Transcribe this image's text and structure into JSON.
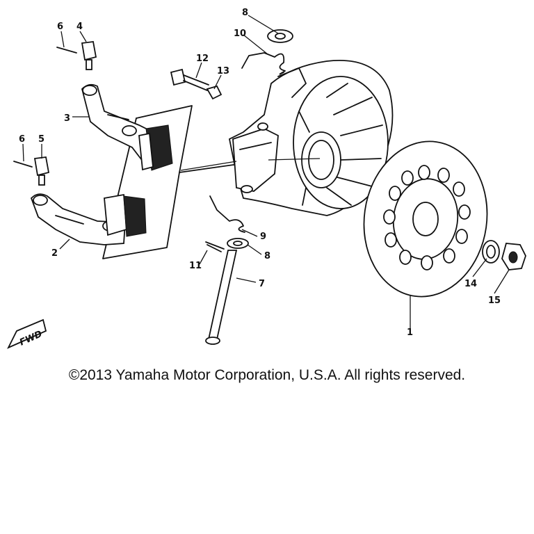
{
  "diagram": {
    "callouts": [
      {
        "id": "c1",
        "label": "1"
      },
      {
        "id": "c2",
        "label": "2"
      },
      {
        "id": "c3",
        "label": "3"
      },
      {
        "id": "c4",
        "label": "4"
      },
      {
        "id": "c5",
        "label": "5"
      },
      {
        "id": "c6a",
        "label": "6"
      },
      {
        "id": "c6b",
        "label": "6"
      },
      {
        "id": "c7",
        "label": "7"
      },
      {
        "id": "c8a",
        "label": "8"
      },
      {
        "id": "c8b",
        "label": "8"
      },
      {
        "id": "c9",
        "label": "9"
      },
      {
        "id": "c10",
        "label": "10"
      },
      {
        "id": "c11",
        "label": "11"
      },
      {
        "id": "c12",
        "label": "12"
      },
      {
        "id": "c13",
        "label": "13"
      },
      {
        "id": "c14",
        "label": "14"
      },
      {
        "id": "c15",
        "label": "15"
      }
    ],
    "fwd_label": "FWD"
  },
  "footer": {
    "copyright": "©2013 Yamaha Motor Corporation, U.S.A. All rights reserved."
  }
}
